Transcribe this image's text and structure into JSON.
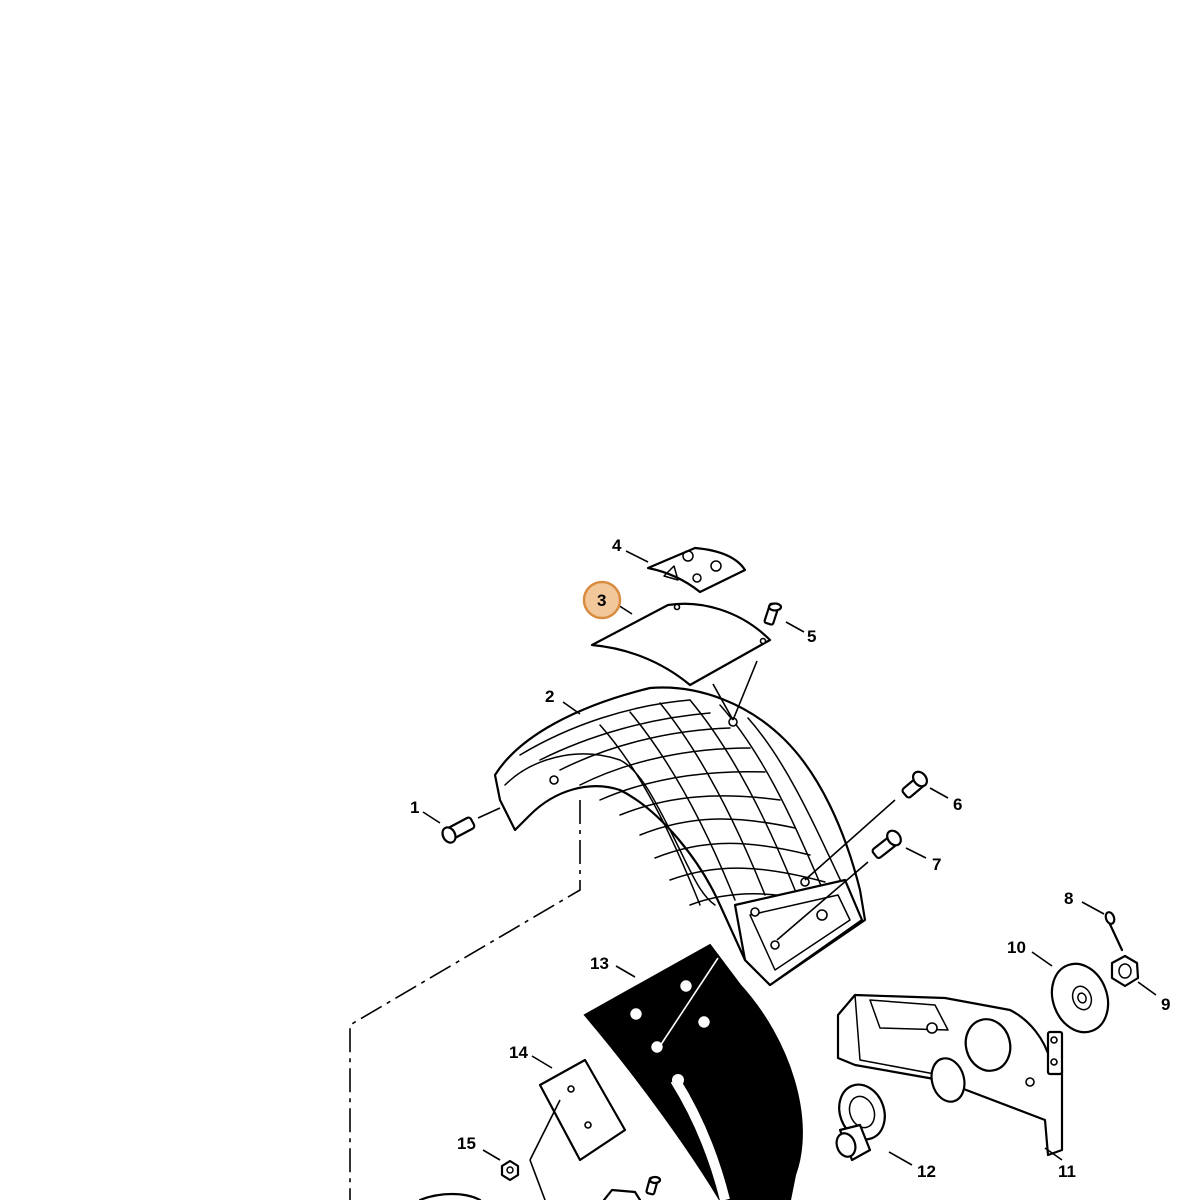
{
  "diagram": {
    "highlight_color": "#f2c89a",
    "highlight_stroke": "#d98c3f",
    "callouts": [
      {
        "id": "1",
        "text": "1"
      },
      {
        "id": "2",
        "text": "2"
      },
      {
        "id": "3",
        "text": "3",
        "highlighted": true
      },
      {
        "id": "4",
        "text": "4"
      },
      {
        "id": "5",
        "text": "5"
      },
      {
        "id": "6",
        "text": "6"
      },
      {
        "id": "7",
        "text": "7"
      },
      {
        "id": "8",
        "text": "8"
      },
      {
        "id": "9",
        "text": "9"
      },
      {
        "id": "10",
        "text": "10"
      },
      {
        "id": "11",
        "text": "11"
      },
      {
        "id": "12",
        "text": "12"
      },
      {
        "id": "13",
        "text": "13"
      },
      {
        "id": "14",
        "text": "14"
      },
      {
        "id": "15",
        "text": "15"
      }
    ]
  }
}
